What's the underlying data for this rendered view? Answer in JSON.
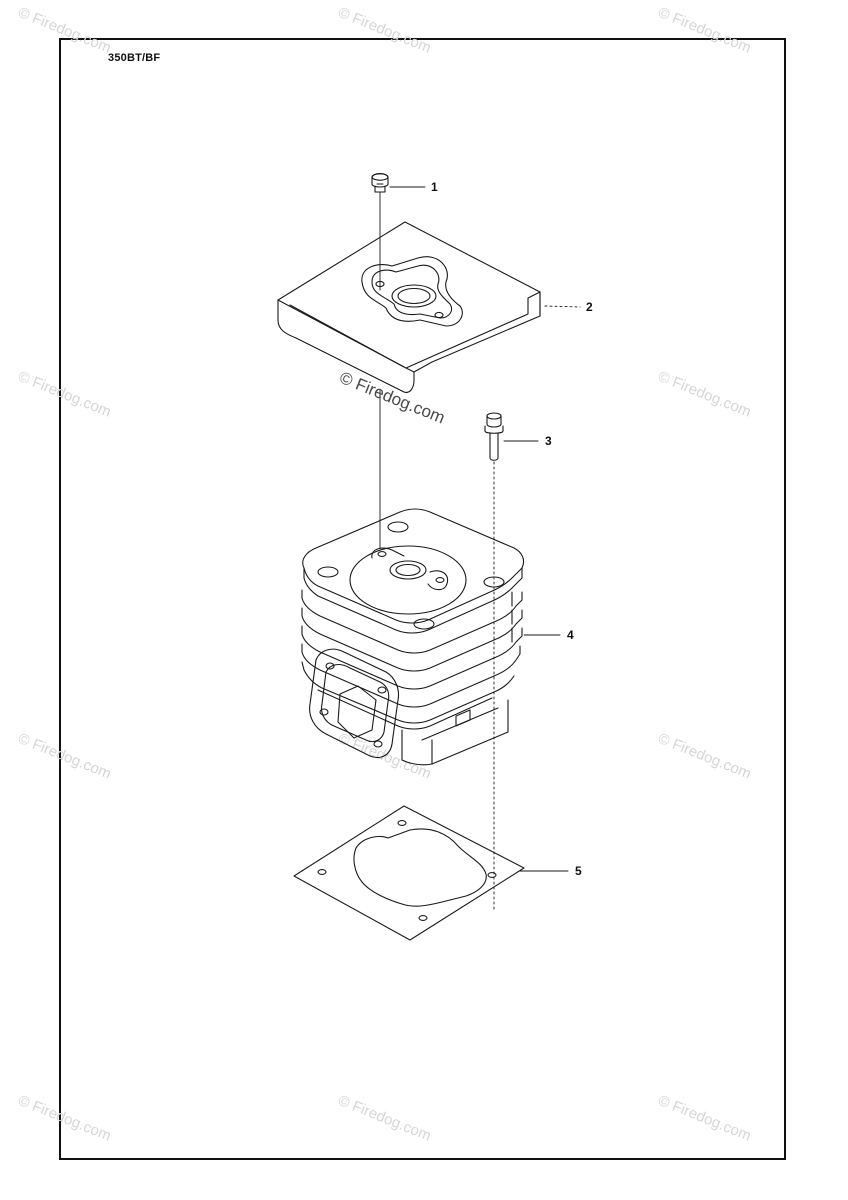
{
  "diagram": {
    "model": "350BT/BF",
    "callouts": [
      {
        "id": "1",
        "label": "1"
      },
      {
        "id": "2",
        "label": "2"
      },
      {
        "id": "3",
        "label": "3"
      },
      {
        "id": "4",
        "label": "4"
      },
      {
        "id": "5",
        "label": "5"
      }
    ],
    "watermark": "© Firedog.com",
    "center_watermark": "© Firedog.com",
    "line_color": "#1a1a1a",
    "watermark_color": "#d6d6d6"
  }
}
